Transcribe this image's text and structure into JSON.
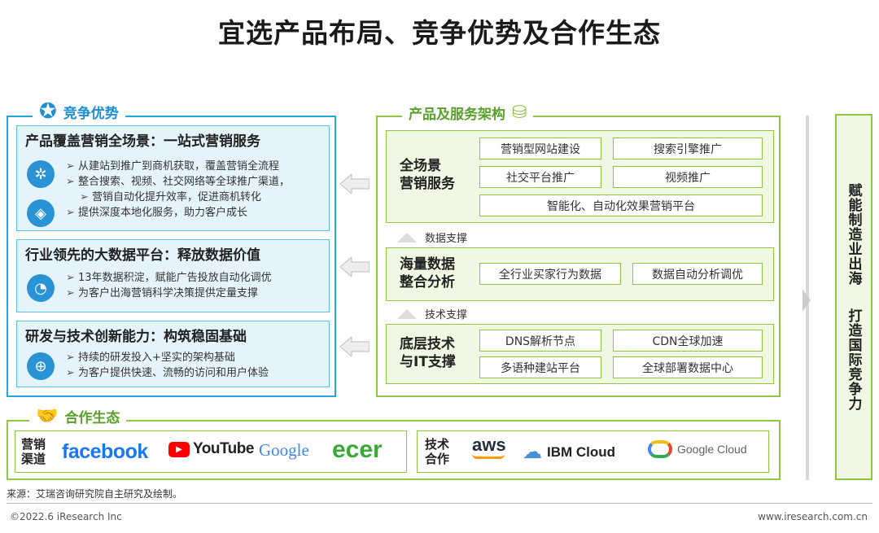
{
  "title": "宜选产品布局、竞争优势及合作生态",
  "left": {
    "heading": "竞争优势",
    "blocks": [
      {
        "title": "产品覆盖营销全场景：一站式营销服务",
        "items": [
          "从建站到推广到商机获取，覆盖营销全流程",
          "整合搜索、视频、社交网络等全球推广渠道，",
          "营销自动化提升效率，促进商机转化",
          "提供深度本地化服务，助力客户成长"
        ]
      },
      {
        "title": "行业领先的大数据平台：释放数据价值",
        "items": [
          "13年数据积淀，赋能广告投放自动化调优",
          "为客户出海营销科学决策提供定量支撑"
        ]
      },
      {
        "title": "研发与技术创新能力：构筑稳固基础",
        "items": [
          "持续的研发投入+坚实的架构基础",
          "为客户提供快速、流畅的访问和用户体验"
        ]
      }
    ]
  },
  "right": {
    "heading": "产品及服务架构",
    "service": {
      "label": "全场景\n营销服务",
      "chips": [
        "营销型网站建设",
        "搜索引擎推广",
        "社交平台推广",
        "视频推广",
        "智能化、自动化效果营销平台"
      ]
    },
    "data_support": "数据支撑",
    "data": {
      "label": "海量数据\n整合分析",
      "chips": [
        "全行业买家行为数据",
        "数据自动分析调优"
      ]
    },
    "tech_support": "技术支撑",
    "infra": {
      "label": "底层技术\n与IT支撑",
      "chips": [
        "DNS解析节点",
        "CDN全球加速",
        "多语种建站平台",
        "全球部署数据中心"
      ]
    }
  },
  "vertical": {
    "top": "赋能制造业出海",
    "bottom": "打造国际竞争力"
  },
  "eco": {
    "heading": "合作生态",
    "marketing_label": "营销\n渠道",
    "marketing_logos": [
      "facebook",
      "YouTube",
      "Google",
      "ecer"
    ],
    "tech_label": "技术\n合作",
    "tech_logos": [
      "aws",
      "IBM Cloud",
      "Google Cloud"
    ]
  },
  "footer": {
    "source": "来源：艾瑞咨询研究院自主研究及绘制。",
    "copyright": "©2022.6 iResearch Inc",
    "website": "www.iresearch.com.cn"
  },
  "colors": {
    "blue": "#21a9df",
    "green": "#8dc63f"
  }
}
